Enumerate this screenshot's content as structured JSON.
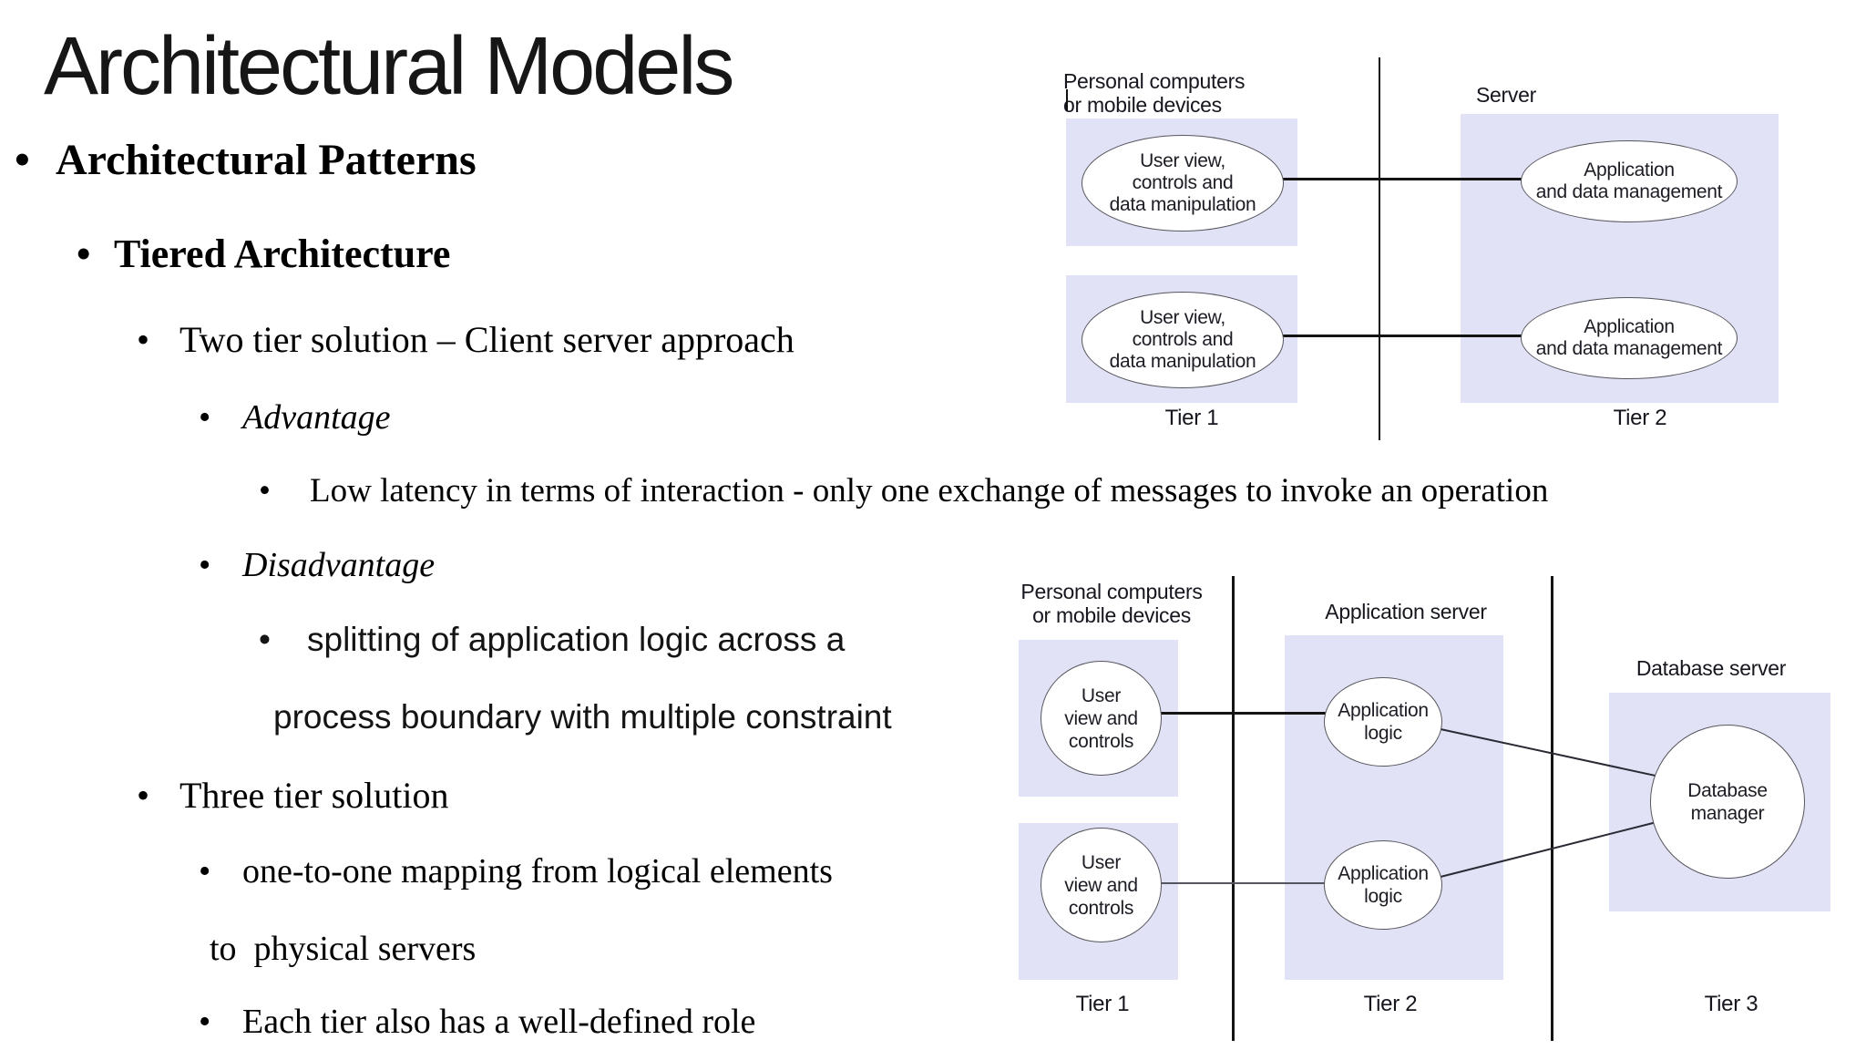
{
  "slide": {
    "title": "Architectural Models",
    "bullet_glyph": "•",
    "lines": [
      {
        "text": "Architectural Patterns"
      },
      {
        "text": "Tiered Architecture"
      },
      {
        "text": "Two tier solution – Client server approach"
      },
      {
        "text": "Advantage"
      },
      {
        "text": "Low latency in terms of interaction - only one exchange of messages to invoke an operation"
      },
      {
        "text": "Disadvantage"
      },
      {
        "text": "splitting of application logic across a"
      },
      {
        "text": "process boundary with multiple constraint"
      },
      {
        "text": "Three tier solution"
      },
      {
        "text": "one-to-one mapping from logical elements"
      },
      {
        "text": "to  physical servers"
      },
      {
        "text": "Each tier also has a well-defined role"
      }
    ]
  },
  "colors": {
    "panel_fill": "#e2e2f6",
    "line_color": "#141414",
    "text_color": "#000000"
  },
  "diagram_two_tier": {
    "client_label": "Personal computers\nor mobile devices",
    "server_label": "Server",
    "client_node": "User view,\ncontrols and\ndata manipulation",
    "server_node": "Application\nand data management",
    "tier_labels": [
      "Tier 1",
      "Tier 2"
    ]
  },
  "diagram_three_tier": {
    "client_label": "Personal computers\nor mobile devices",
    "app_server_label": "Application server",
    "db_server_label": "Database server",
    "client_node": "User\nview and\ncontrols",
    "app_node": "Application\nlogic",
    "db_node": "Database\nmanager",
    "tier_labels": [
      "Tier 1",
      "Tier 2",
      "Tier 3"
    ]
  }
}
